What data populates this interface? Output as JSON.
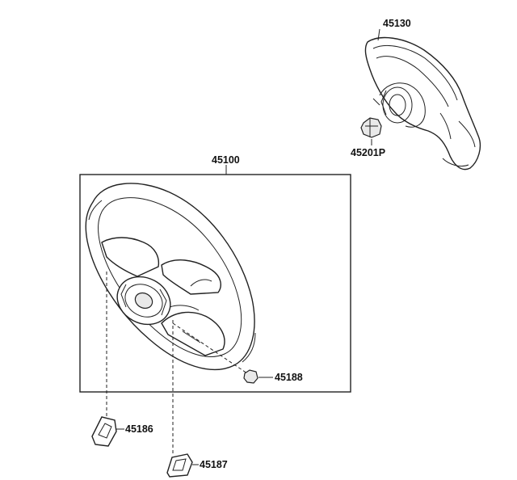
{
  "parts": {
    "steering_wheel_assy": "45100",
    "horn_pad_cover": "45130",
    "steering_wheel_nut": "45201P",
    "screw": "45188",
    "lower_cover_left": "45186",
    "lower_cover_right": "45187"
  }
}
